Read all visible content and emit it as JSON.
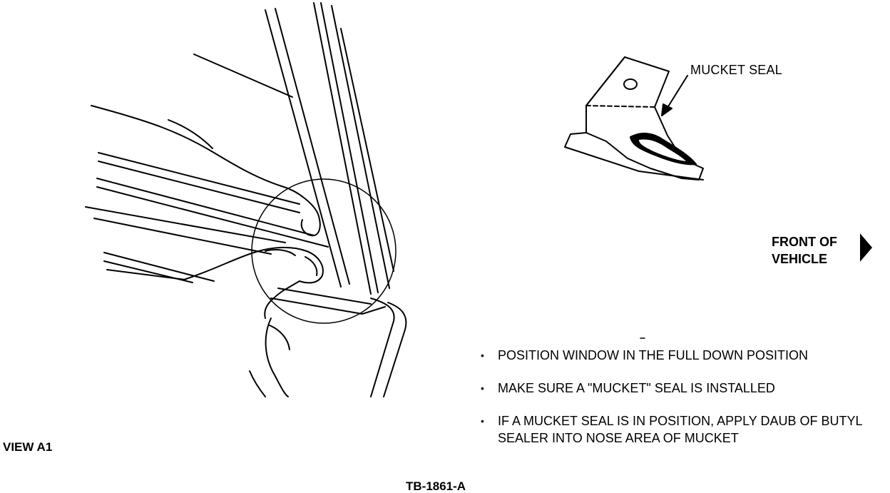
{
  "labels": {
    "mucket_seal": "MUCKET SEAL",
    "front_line1": "FRONT OF",
    "front_line2": "VEHICLE",
    "view": "VIEW A1",
    "figure_code": "TB-1861-A"
  },
  "notes": [
    "POSITION WINDOW IN THE FULL DOWN POSITION",
    "MAKE SURE A \"MUCKET\" SEAL IS INSTALLED",
    "IF A MUCKET SEAL IS IN POSITION, APPLY DAUB OF BUTYL SEALER INTO NOSE AREA OF MUCKET"
  ],
  "icons": {
    "direction": "arrow-right-icon"
  }
}
